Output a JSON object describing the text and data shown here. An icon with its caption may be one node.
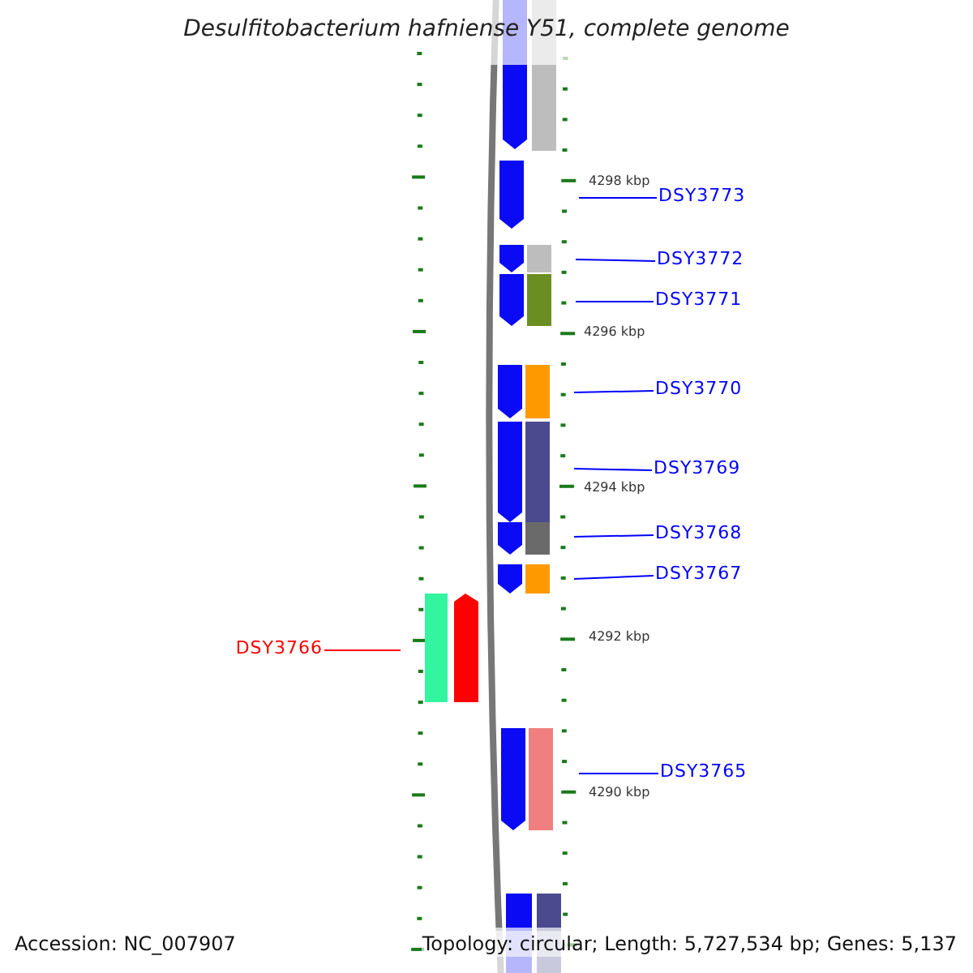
{
  "diagram": {
    "title": "Desulfitobacterium hafniense Y51, complete genome",
    "nodes": [
      {
        "text": [
          "DSY3773"
        ]
      },
      {
        "text": [
          "DSY3772"
        ]
      },
      {
        "text": [
          "DSY3771"
        ]
      },
      {
        "text": [
          "DSY3770"
        ]
      },
      {
        "text": [
          "DSY3769"
        ]
      },
      {
        "text": [
          "DSY3768"
        ]
      },
      {
        "text": [
          "DSY3767"
        ]
      },
      {
        "text": [
          "DSY3766"
        ]
      },
      {
        "text": [
          "DSY3765"
        ]
      }
    ],
    "edges": [
      {
        "from": 0,
        "to": null,
        "arrow": "none"
      },
      {
        "from": 1,
        "to": null,
        "arrow": "none"
      },
      {
        "from": 2,
        "to": null,
        "arrow": "none"
      },
      {
        "from": 3,
        "to": null,
        "arrow": "none"
      },
      {
        "from": 4,
        "to": null,
        "arrow": "none"
      },
      {
        "from": 5,
        "to": null,
        "arrow": "none"
      },
      {
        "from": 6,
        "to": null,
        "arrow": "none"
      },
      {
        "from": 7,
        "to": null,
        "arrow": "none",
        "color": "#ff0000"
      },
      {
        "from": 8,
        "to": null,
        "arrow": "none"
      }
    ],
    "labels": [
      "4298 kbp",
      "4296 kbp",
      "4294 kbp",
      "4292 kbp",
      "4290 kbp",
      "Accession: NC_007907",
      "Topology: circular; Length: 5,727,534 bp; Genes: 5,137"
    ]
  }
}
